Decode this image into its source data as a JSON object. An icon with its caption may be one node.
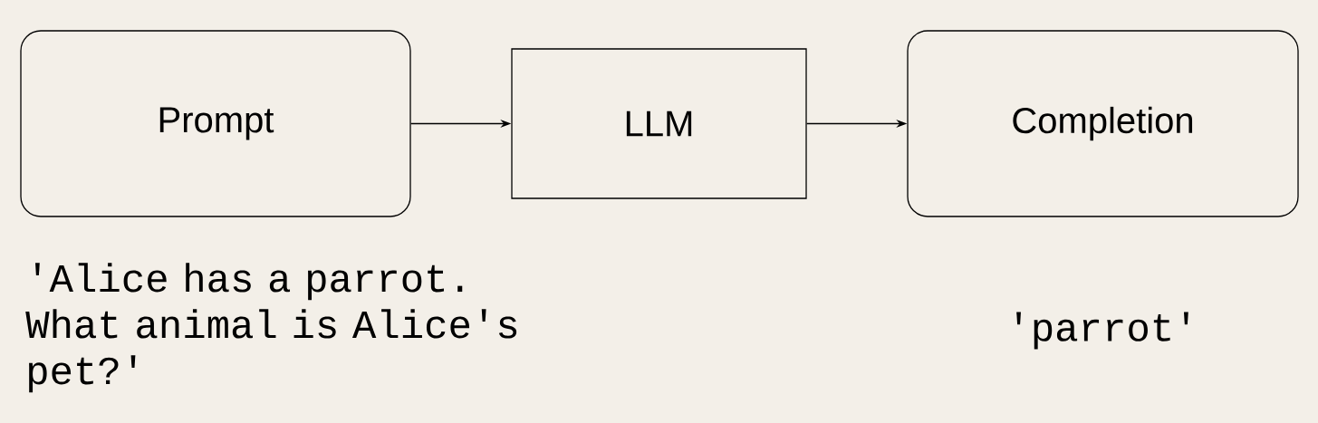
{
  "diagram": {
    "nodes": [
      {
        "text": [
          "Prompt"
        ],
        "beside": [
          "'Alice has a parrot. What animal is Alice's pet?'"
        ]
      },
      {
        "text": [
          "LLM"
        ]
      },
      {
        "text": [
          "Completion"
        ],
        "beside": [
          "'parrot'"
        ]
      }
    ],
    "edges": [
      {
        "from": 0,
        "to": 1,
        "arrow": "to"
      },
      {
        "from": 1,
        "to": 2,
        "arrow": "to"
      }
    ]
  }
}
